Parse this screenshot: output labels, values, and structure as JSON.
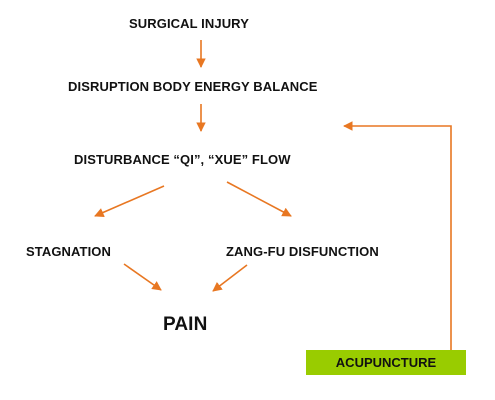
{
  "diagram": {
    "nodes": {
      "surgical_injury": "SURGICAL INJURY",
      "disruption": "DISRUPTION BODY ENERGY BALANCE",
      "disturbance": "DISTURBANCE “QI”, “XUE” FLOW",
      "stagnation": "STAGNATION",
      "zangfu": "ZANG-FU DISFUNCTION",
      "pain": "PAIN",
      "acupuncture": "ACUPUNCTURE"
    },
    "colors": {
      "arrow": "#e87722",
      "acupuncture_box": "#99cc00",
      "text": "#111111"
    }
  }
}
